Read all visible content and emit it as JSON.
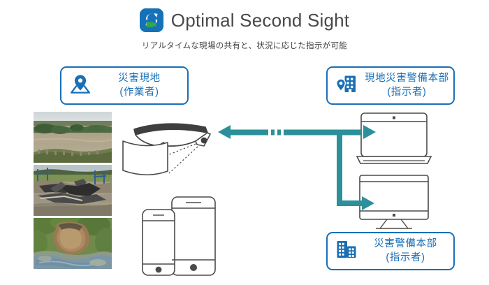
{
  "header": {
    "logo_icon": "optimal-second-sight-logo-icon",
    "title": "Optimal Second Sight",
    "subtitle": "リアルタイムな現場の共有と、状況に応じた指示が可能"
  },
  "colors": {
    "brand_blue": "#1572b8",
    "box_border_blue": "#1a6fb5",
    "box_text_blue": "#1a6fb5",
    "arrow_teal": "#2b9099",
    "title_gray": "#46484a",
    "device_outline": "#4b4b4d",
    "logo_badge_green": "#2fa84f"
  },
  "boxes": [
    {
      "id": "site",
      "icon": "map-pin-location-icon",
      "line1": "災害現地",
      "line2": "(作業者)"
    },
    {
      "id": "local-hq",
      "icon": "building-with-pin-icon",
      "line1": "現地災害警備本部",
      "line2": "(指示者)"
    },
    {
      "id": "hq",
      "icon": "two-buildings-icon",
      "line1": "災害警備本部",
      "line2": "(指示者)"
    }
  ],
  "photos": [
    {
      "id": "flood",
      "caption": "flooded-river-photo"
    },
    {
      "id": "road",
      "caption": "collapsed-road-photo"
    },
    {
      "id": "landslide",
      "caption": "landslide-erosion-photo"
    }
  ],
  "devices": [
    {
      "id": "glasses",
      "name": "smart-glasses-illustration"
    },
    {
      "id": "phones",
      "name": "smartphone-and-tablet-illustration"
    },
    {
      "id": "laptop",
      "name": "laptop-illustration"
    },
    {
      "id": "monitor",
      "name": "desktop-monitor-illustration"
    }
  ],
  "connectors": [
    {
      "id": "site-to-local-hq",
      "name": "bidirectional-dashed-arrow"
    },
    {
      "id": "local-hq-to-hq",
      "name": "branch-arrow-down-right"
    }
  ]
}
